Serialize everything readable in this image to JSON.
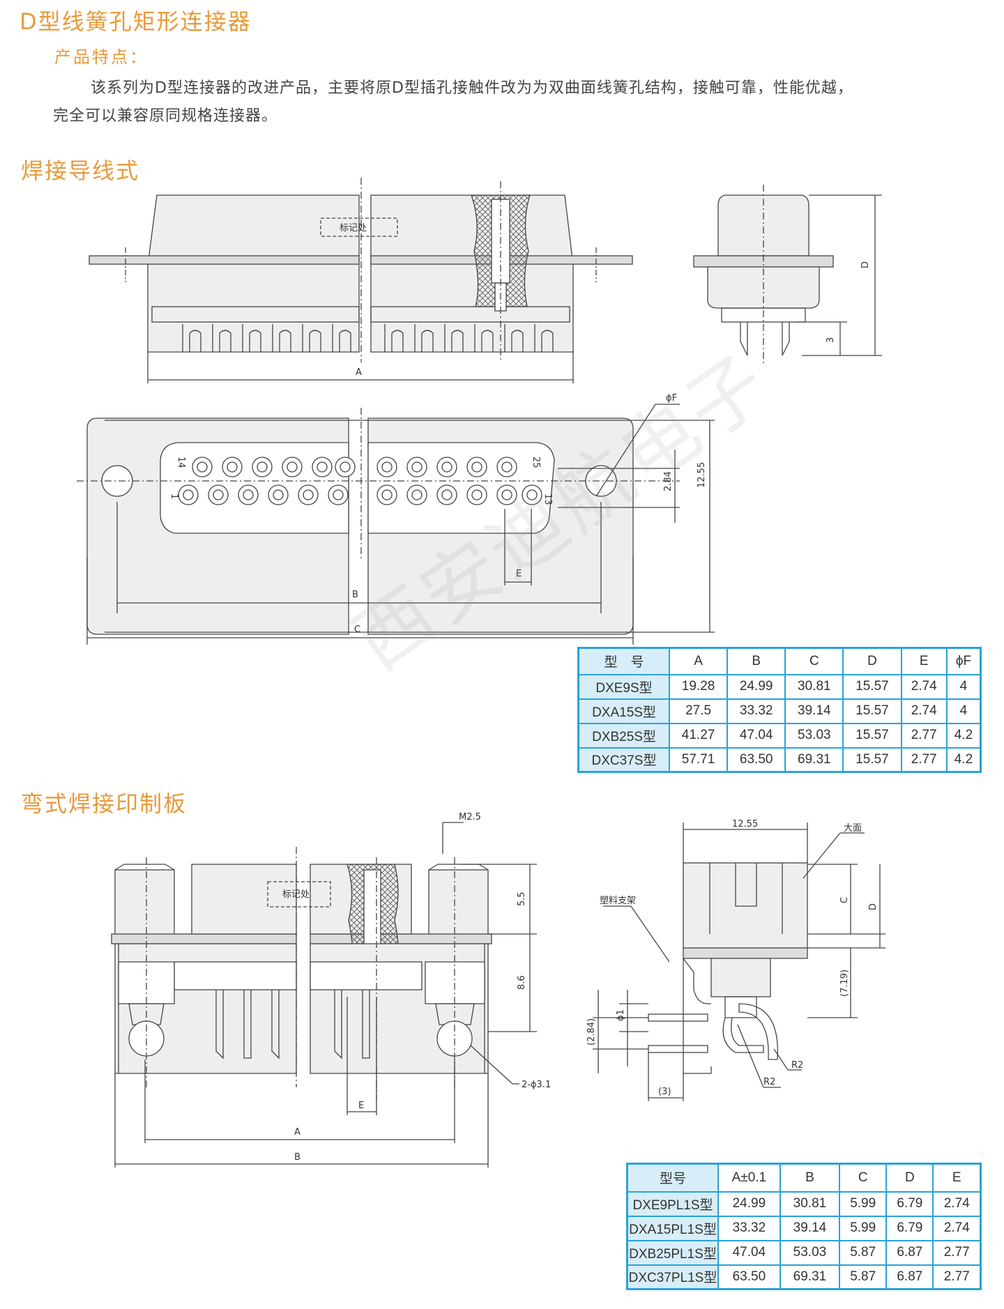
{
  "header": {
    "title": "D型线簧孔矩形连接器",
    "features_label": "产品特点：",
    "description_line1": "该系列为D型连接器的改进产品，主要将原D型插孔接触件改为为双曲面线簧孔结构，接触可靠，性能优越，",
    "description_line2": "完全可以兼容原同规格连接器。"
  },
  "section1": {
    "title": "焊接导线式",
    "drawing_labels": {
      "mark": "标记处",
      "dim_a": "A",
      "dim_b": "B",
      "dim_c": "C",
      "dim_d": "D",
      "dim_e": "E",
      "dim_3": "3",
      "phi_f": "ϕF",
      "dim_284": "2.84",
      "dim_1255": "12.55",
      "pin_14": "14",
      "pin_25": "25",
      "pin_1": "1",
      "pin_13": "13"
    },
    "table": {
      "headers": [
        "型　号",
        "A",
        "B",
        "C",
        "D",
        "E",
        "ϕF"
      ],
      "rows": [
        [
          "DXE9S型",
          "19.28",
          "24.99",
          "30.81",
          "15.57",
          "2.74",
          "4"
        ],
        [
          "DXA15S型",
          "27.5",
          "33.32",
          "39.14",
          "15.57",
          "2.74",
          "4"
        ],
        [
          "DXB25S型",
          "41.27",
          "47.04",
          "53.03",
          "15.57",
          "2.77",
          "4.2"
        ],
        [
          "DXC37S型",
          "57.71",
          "63.50",
          "69.31",
          "15.57",
          "2.77",
          "4.2"
        ]
      ]
    }
  },
  "section2": {
    "title": "弯式焊接印制板",
    "drawing_labels": {
      "m25": "M2.5",
      "mark": "标记处",
      "dim_55": "5.5",
      "dim_86": "8.6",
      "holes": "2-ϕ3.1",
      "dim_e": "E",
      "dim_a": "A",
      "dim_b": "B",
      "dim_1255": "12.55",
      "big_face": "大面",
      "plastic_bracket": "塑料支架",
      "dim_c": "C",
      "dim_d": "D",
      "dim_719": "(7.19)",
      "dim_284": "(2.84)",
      "phi1": "ϕ1",
      "r2a": "R2",
      "r2b": "R2",
      "dim_3": "(3)"
    },
    "table": {
      "headers": [
        "型号",
        "A±0.1",
        "B",
        "C",
        "D",
        "E"
      ],
      "rows": [
        [
          "DXE9PL1S型",
          "24.99",
          "30.81",
          "5.99",
          "6.79",
          "2.74"
        ],
        [
          "DXA15PL1S型",
          "33.32",
          "39.14",
          "5.99",
          "6.79",
          "2.74"
        ],
        [
          "DXB25PL1S型",
          "47.04",
          "53.03",
          "5.87",
          "6.87",
          "2.77"
        ],
        [
          "DXC37PL1S型",
          "63.50",
          "69.31",
          "5.87",
          "6.87",
          "2.77"
        ]
      ]
    }
  },
  "watermark": "西安迪航电子",
  "colors": {
    "accent": "#e89a3c",
    "table_border": "#29a3d8",
    "table_header_bg": "#d7edf8"
  }
}
